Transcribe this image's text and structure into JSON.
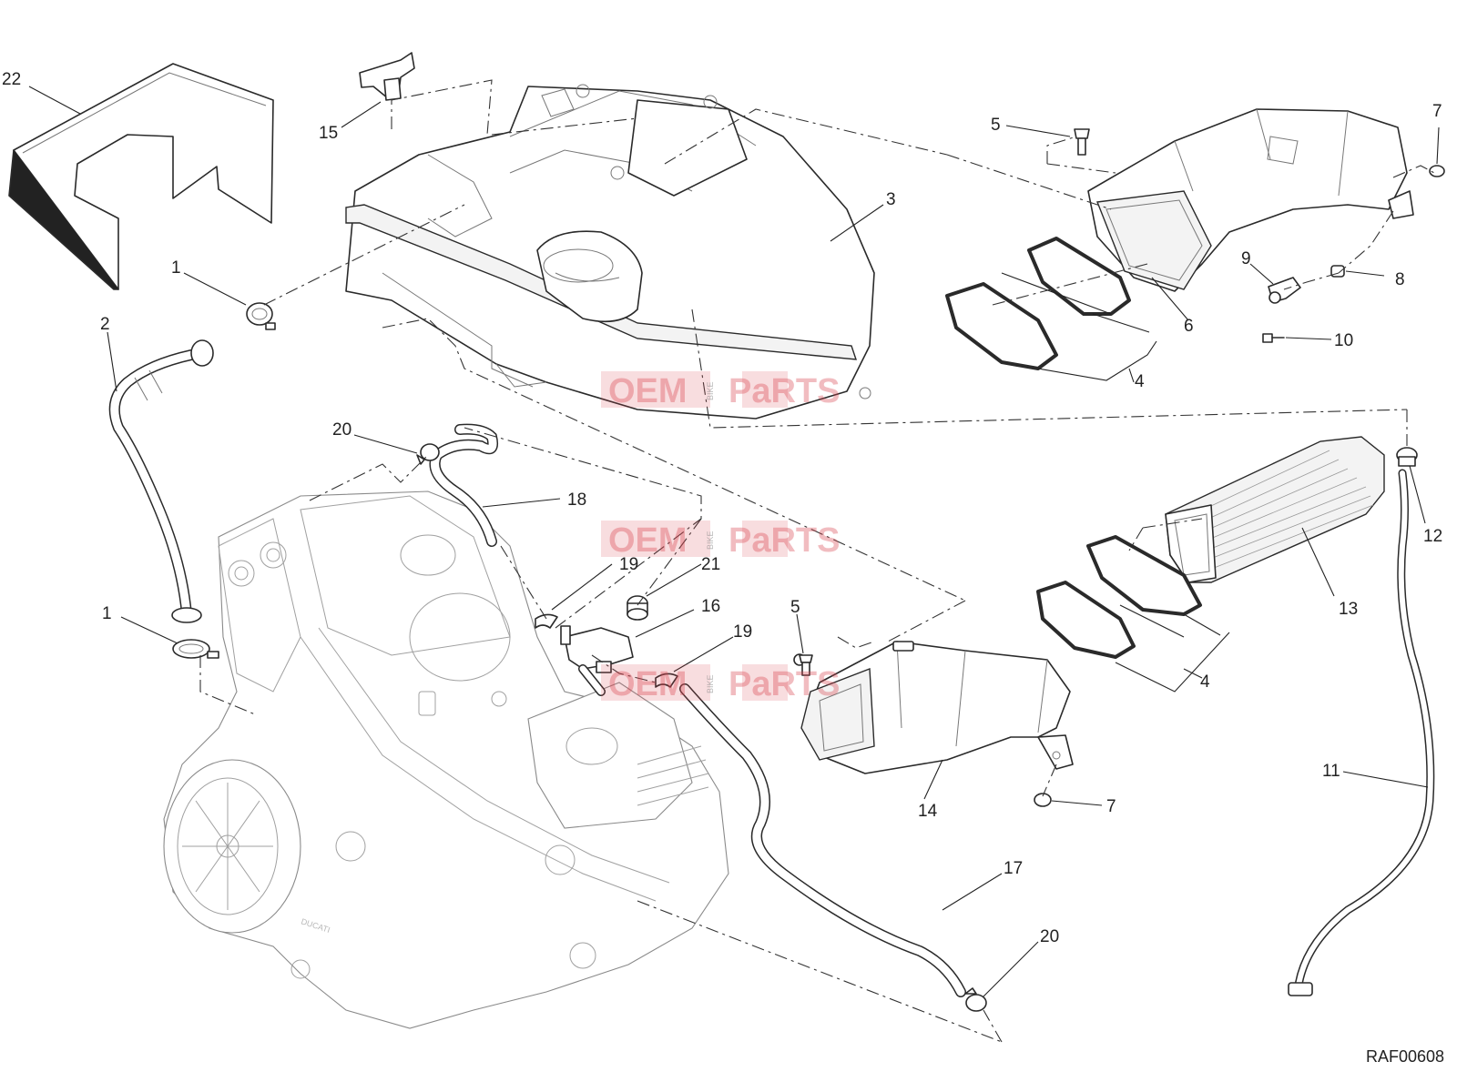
{
  "diagram": {
    "reference_code": "RAF00608",
    "watermark": {
      "word1": "OEM",
      "word2": "PaRTS",
      "small": "BIKE"
    },
    "engine_brand": "DUCATI",
    "callouts": [
      {
        "id": "c22",
        "label": "22"
      },
      {
        "id": "c15",
        "label": "15"
      },
      {
        "id": "c3",
        "label": "3"
      },
      {
        "id": "c5a",
        "label": "5"
      },
      {
        "id": "c7a",
        "label": "7"
      },
      {
        "id": "c1a",
        "label": "1"
      },
      {
        "id": "c2",
        "label": "2"
      },
      {
        "id": "c9",
        "label": "9"
      },
      {
        "id": "c8",
        "label": "8"
      },
      {
        "id": "c6",
        "label": "6"
      },
      {
        "id": "c10",
        "label": "10"
      },
      {
        "id": "c4a",
        "label": "4"
      },
      {
        "id": "c20a",
        "label": "20"
      },
      {
        "id": "c18",
        "label": "18"
      },
      {
        "id": "c12",
        "label": "12"
      },
      {
        "id": "c19a",
        "label": "19"
      },
      {
        "id": "c21",
        "label": "21"
      },
      {
        "id": "c13",
        "label": "13"
      },
      {
        "id": "c1b",
        "label": "1"
      },
      {
        "id": "c16",
        "label": "16"
      },
      {
        "id": "c5b",
        "label": "5"
      },
      {
        "id": "c19b",
        "label": "19"
      },
      {
        "id": "c4b",
        "label": "4"
      },
      {
        "id": "c11",
        "label": "11"
      },
      {
        "id": "c14",
        "label": "14"
      },
      {
        "id": "c7b",
        "label": "7"
      },
      {
        "id": "c17",
        "label": "17"
      },
      {
        "id": "c20b",
        "label": "20"
      }
    ]
  }
}
